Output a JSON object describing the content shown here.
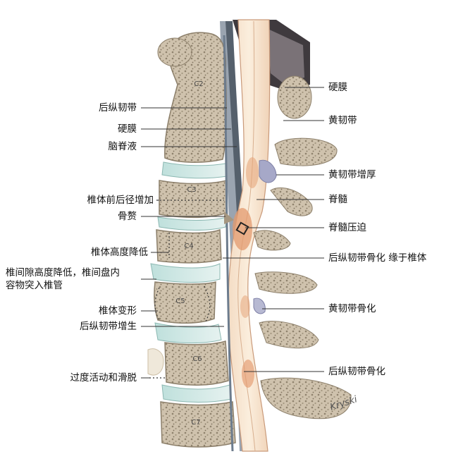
{
  "vertebra_labels": [
    "C2",
    "C3",
    "C4",
    "C5",
    "C6",
    "C7"
  ],
  "left_labels": {
    "plig": "后纵韧带",
    "dura": "硬膜",
    "csf": "脑脊液",
    "ap_diameter": "椎体前后径增加",
    "osteophyte": "骨赘",
    "height_loss": "椎体高度降低",
    "disc_line1": "椎间隙高度降低，椎间盘内",
    "disc_line2": "容物突入椎管",
    "deformity": "椎体变形",
    "plig_hyper": "后纵韧带增生",
    "slip": "过度活动和滑脱"
  },
  "right_labels": {
    "dura": "硬膜",
    "lf": "黄韧带",
    "lf_thick": "黄韧带增厚",
    "cord": "脊髓",
    "compress": "脊髓压迫",
    "opll_vb": "后纵韧带骨化 缘于椎体",
    "olf": "黄韧带骨化",
    "opll": "后纵韧带骨化"
  },
  "signature": "Kryski"
}
